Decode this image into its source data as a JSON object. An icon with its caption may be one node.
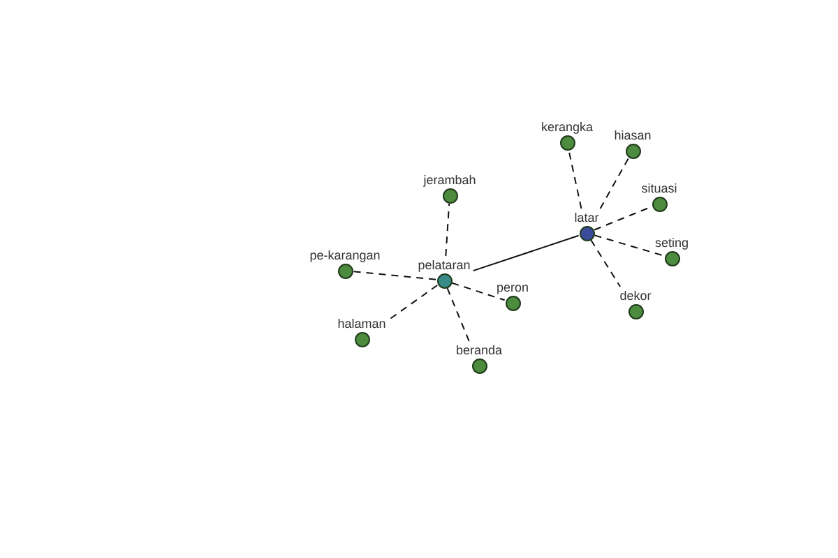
{
  "diagram": {
    "nodes": [
      {
        "text": [
          "latar"
        ]
      },
      {
        "text": [
          "kerangka"
        ]
      },
      {
        "text": [
          "hiasan"
        ]
      },
      {
        "text": [
          "situasi"
        ]
      },
      {
        "text": [
          "seting"
        ]
      },
      {
        "text": [
          "dekor"
        ]
      },
      {
        "text": [
          "pelataran"
        ]
      },
      {
        "text": [
          "jerambah"
        ]
      },
      {
        "text": [
          "pe-karangan"
        ]
      },
      {
        "text": [
          "halaman"
        ]
      },
      {
        "text": [
          "beranda"
        ]
      },
      {
        "text": [
          "peron"
        ]
      }
    ],
    "edges": [
      {
        "from": 6,
        "to": 0,
        "arrow": "none"
      },
      {
        "from": 0,
        "to": 1,
        "arrow": "none",
        "style": "dashed"
      },
      {
        "from": 0,
        "to": 2,
        "arrow": "none",
        "style": "dashed"
      },
      {
        "from": 0,
        "to": 3,
        "arrow": "none",
        "style": "dashed"
      },
      {
        "from": 0,
        "to": 4,
        "arrow": "none",
        "style": "dashed"
      },
      {
        "from": 0,
        "to": 5,
        "arrow": "none",
        "style": "dashed"
      },
      {
        "from": 6,
        "to": 7,
        "arrow": "none",
        "style": "dashed"
      },
      {
        "from": 6,
        "to": 8,
        "arrow": "none",
        "style": "dashed"
      },
      {
        "from": 6,
        "to": 9,
        "arrow": "none",
        "style": "dashed"
      },
      {
        "from": 6,
        "to": 10,
        "arrow": "none",
        "style": "dashed"
      },
      {
        "from": 6,
        "to": 11,
        "arrow": "none",
        "style": "dashed"
      }
    ]
  }
}
